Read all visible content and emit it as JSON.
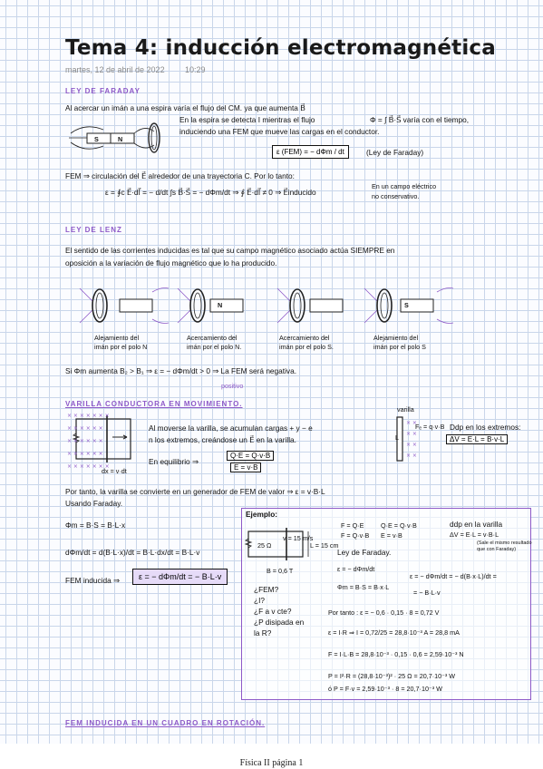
{
  "title": "Tema 4: inducción electromagnética",
  "meta": {
    "date": "martes, 12 de abril de 2022",
    "time": "10:29"
  },
  "sections": {
    "faraday": "LEY DE FARADAY",
    "lenz": "LEY DE LENZ",
    "varilla": "VARILLA CONDUCTORA EN MOVIMIENTO.",
    "cuadro": "FEM INDUCIDA EN UN CUADRO EN ROTACIÓN."
  },
  "faraday": {
    "line1": "Al acercar un imán a una espira varía el flujo del CM. ya que aumenta B⃗",
    "flux_def": "Φ = ∫ B⃗·S⃗  varía con el tiempo,",
    "line2": "En la espira se detecta I mientras el flujo",
    "line3": "induciendo una FEM que mueve las cargas en el conductor.",
    "magnet_s": "S",
    "magnet_n": "N",
    "law_formula": "ε (FEM) = − dΦm / dt",
    "law_name": "(Ley de Faraday)",
    "fem_def": "FEM ⇒ circulación del E⃗ alrededor de una trayectoria C. Por lo tanto:",
    "fem_eq": "ε = ∮c E⃗·dl⃗ = − d/dt ∫s B⃗·S⃗ = − dΦm/dt  ⇒  ∮ E⃗·dl⃗ ≠ 0  ⇒  E⃗inducido",
    "fem_note1": "En un campo eléctrico",
    "fem_note2": "no conservativo."
  },
  "lenz": {
    "text1": "El sentido de las corrientes inducidas es tal que su campo magnético asociado actúa SIEMPRE en",
    "text2": "oposición a la variación de flujo magnético que lo ha producido.",
    "captions": [
      [
        "Alejamiento del",
        "imán por el polo N"
      ],
      [
        "Acercamiento del",
        "imán por el polo N."
      ],
      [
        "Acercamiento del",
        "imán por el polo S."
      ],
      [
        "Alejamiento del",
        "imán por el polo S"
      ]
    ],
    "pole_labels": [
      "",
      "N",
      "",
      "S"
    ],
    "rule": "Si Φm aumenta   B₂ > B₁  ⇒  ε = − dΦm/dt > 0 ⇒ La FEM será negativa.",
    "positivo": "positivo"
  },
  "varilla": {
    "text1": "Al moverse la varilla, se acumulan cargas + y − e",
    "text2": "n los extremos, creándose un E⃗ en la varilla.",
    "equilibrio": "En equilibrio ⇒",
    "eq_box1": "Q·E = Q·v·B",
    "eq_box2": "E = v·B",
    "dx": "dx = v·dt",
    "varilla_label": "varilla",
    "force": "Fₑ = q·v·B",
    "ddp1": "Ddp en los extremos:",
    "ddp2": "ΔV = E·L = B·v·L",
    "l_label": "L"
  },
  "generador": {
    "text1": "Por tanto, la varilla se convierte en un generador de FEM de valor ⇒  ε = v·B·L",
    "text2": "Usando Faraday.",
    "phi": "Φm = B·S = B·L·x",
    "deriv": "dΦm/dt = d(B·L·x)/dt = B·L·dx/dt = B·L·v",
    "inducida_label": "FEM inducida ⇒",
    "inducida_box": "ε = − dΦm/dt = − B·L·v"
  },
  "ejemplo": {
    "heading": "Ejemplo:",
    "r": "25 Ω",
    "v": "v = 15 m/s",
    "l": "L = 15 cm",
    "b": "B = 0,6 T",
    "q1": "¿FEM?",
    "q2": "¿I?",
    "q3": "¿F a v cte?",
    "q4": "¿P disipada en",
    "q5": "la R?",
    "f1": "F = Q·E",
    "f2": "F = Q·v·B",
    "f3": "Q·E = Q·v·B",
    "f4": "E = v·B",
    "ddp1": "ddp en la varilla",
    "ddp2": "ΔV = E·L = v·B·L",
    "ddp3": "(Sale el mismo resultado",
    "ddp4": "que con Faraday)",
    "ley": "Ley de Faraday.",
    "e1": "ε = − dΦm/dt",
    "e2": "Φm = B·S = B·x·L",
    "e3": "ε = − dΦm/dt = − d(B·x·L)/dt =",
    "e4": "= − B·L·v",
    "r1": "Por tanto :   ε = − 0,6 · 0,15 · 8 = 0,72 V",
    "r2": "ε = I·R ⇒ I = 0,72/25 = 28,8·10⁻³ A = 28,8 mA",
    "r3": "F = I·L·B = 28,8·10⁻³ · 0,15 · 0,6 = 2,59·10⁻³ N",
    "r4": "P = I²·R = (28,8·10⁻³)² · 25 Ω = 20,7·10⁻³ W",
    "r5": "ó  P = F·v = 2,59·10⁻³ · 8 = 20,7·10⁻³ W"
  },
  "footer": "Física II página 1",
  "colors": {
    "accent": "#8e5ac8",
    "grid": "#c9d6ea",
    "box": "#e6dbf8"
  }
}
